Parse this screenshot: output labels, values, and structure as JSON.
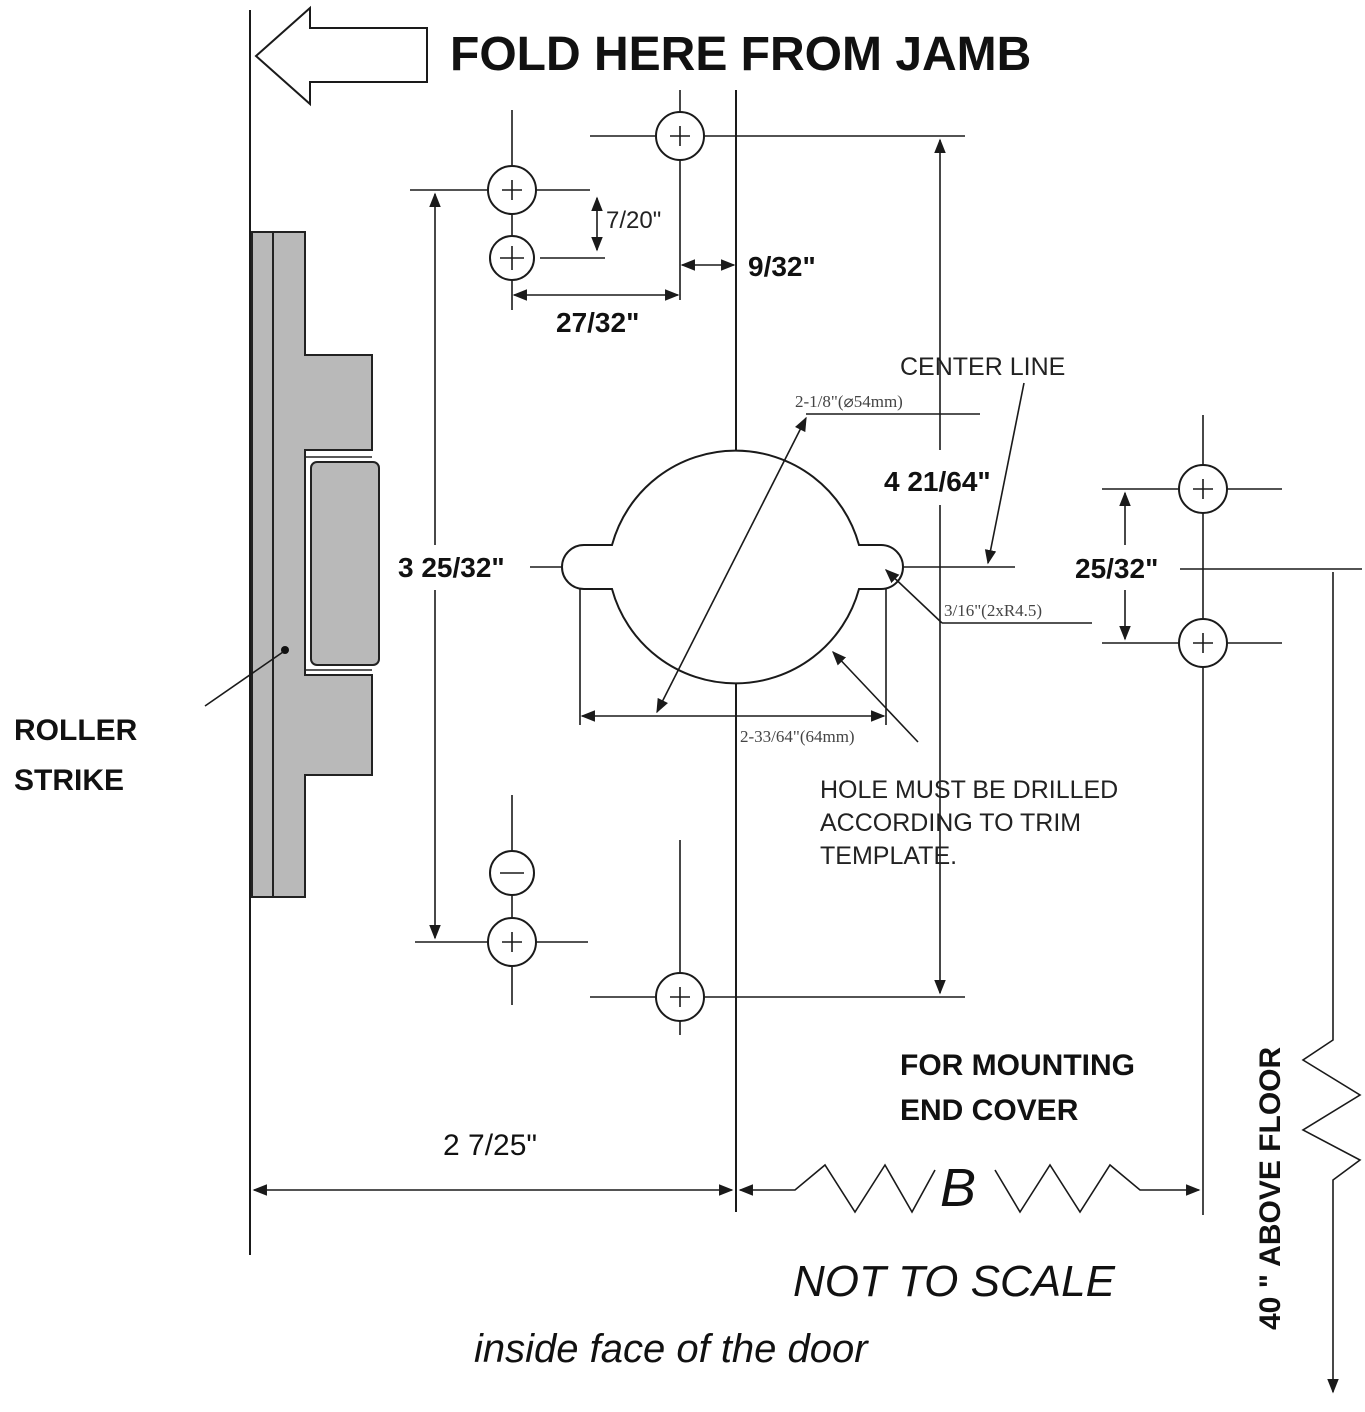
{
  "title": "FOLD HERE FROM JAMB",
  "labels": {
    "roller_strike_1": "ROLLER",
    "roller_strike_2": "STRIKE",
    "center_line": "CENTER LINE",
    "hole_note_1": "HOLE MUST BE DRILLED",
    "hole_note_2": "ACCORDING TO TRIM",
    "hole_note_3": "TEMPLATE.",
    "mounting_1": "FOR MOUNTING",
    "mounting_2": "END COVER",
    "not_to_scale": "NOT TO SCALE",
    "inside_face": "inside face of the door",
    "above_floor": "40 \" ABOVE  FLOOR",
    "B": "B"
  },
  "dimensions": {
    "d_7_20": "7/20\"",
    "d_9_32": "9/32\"",
    "d_27_32": "27/32\"",
    "d_3_25_32": "3 25/32\"",
    "d_4_21_64": "4 21/64\"",
    "d_25_32": "25/32\"",
    "d_2_7_25": "2  7/25\"",
    "d_dia": "2-1/8\"(⌀54mm)",
    "d_radius": "3/16\"(2xR4.5)",
    "d_width": "2-33/64\"(64mm)"
  },
  "colors": {
    "line": "#1a1a1a",
    "strike_fill": "#b9b9b9"
  }
}
